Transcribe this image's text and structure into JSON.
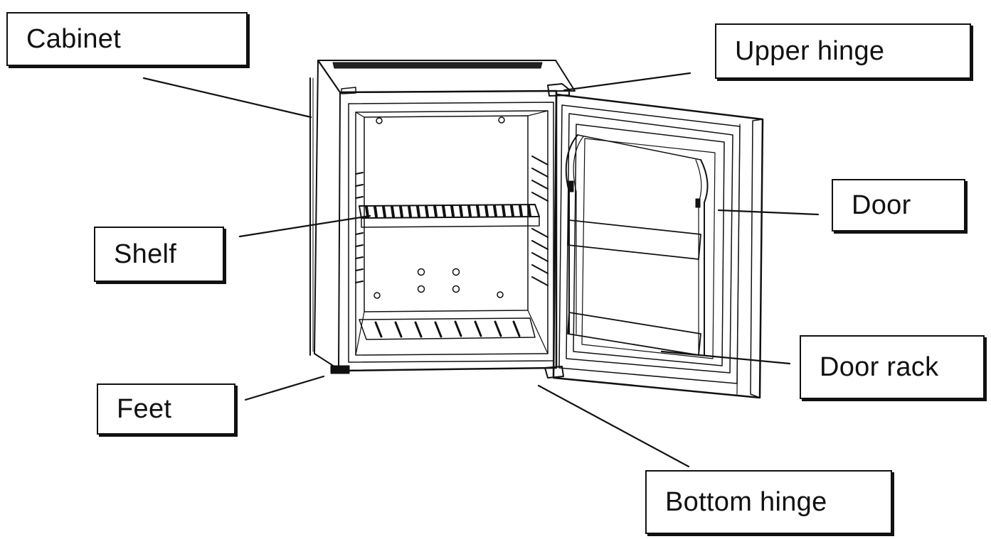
{
  "labels": {
    "cabinet": "Cabinet",
    "upper_hinge": "Upper hinge",
    "shelf": "Shelf",
    "door": "Door",
    "door_rack": "Door rack",
    "feet": "Feet",
    "bottom_hinge": "Bottom hinge"
  },
  "colors": {
    "line": "#111111",
    "background": "#ffffff"
  }
}
